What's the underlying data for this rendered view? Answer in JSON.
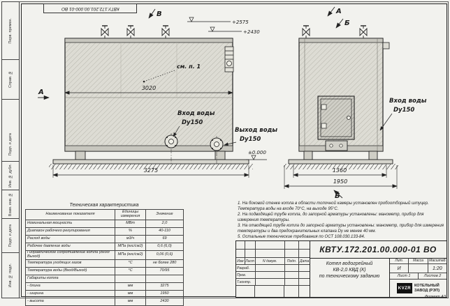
{
  "header_code": "КВТУ.172.201.00.000-01 ВО",
  "side_rail": {
    "labels": [
      "Перв. примен.",
      "Справ. №",
      "Подп. и дата",
      "Инв. № дубл.",
      "Взам. инв. №",
      "Подп. и дата",
      "Инв. № подл."
    ]
  },
  "drawing": {
    "marker_v_top": "В",
    "marker_a_left": "А",
    "marker_a_right": "А",
    "marker_b_right": "Б",
    "marker_b_bottom": "Б",
    "see_note": "см. п. 1",
    "elev_top1": "+2575",
    "elev_top2": "+2430",
    "elev_zero": "±0.000",
    "dim_3020": "3020",
    "dim_3275": "3275",
    "dim_1360": "1360",
    "dim_1950": "1950",
    "inlet_label": "Вход воды",
    "inlet_size": "Dy150",
    "outlet_label": "Выход воды",
    "outlet_size": "Dy150",
    "inlet2_label": "Вход воды",
    "inlet2_size": "Dy150"
  },
  "tech_table": {
    "title": "Техническая характеристика",
    "headers": [
      "Наименование показателя",
      "Единицы измерения",
      "Значение"
    ],
    "rows": [
      [
        "Номинальная мощность",
        "МВт",
        "2,0"
      ],
      [
        "Диапазон рабочего регулирования",
        "%",
        "40-110"
      ],
      [
        "Расход воды",
        "м3/ч",
        "69"
      ],
      [
        "Рабочее давление воды",
        "МПа (кгс/см2)",
        "0,6 (6,0)"
      ],
      [
        "Гидравлическое сопротивление котла (Вход/Выход)",
        "МПа (кгс/см2)",
        "0,06 (0,6)"
      ],
      [
        "Температура уходящих газов",
        "°С",
        "не более 280"
      ],
      [
        "Температура воды (Вход/Выход)",
        "°С",
        "70/95"
      ],
      [
        "Габариты котла",
        "",
        ""
      ],
      [
        "- длина",
        "мм",
        "3275"
      ],
      [
        "- ширина",
        "мм",
        "1950"
      ],
      [
        "- высота",
        "мм",
        "2430"
      ]
    ]
  },
  "notes": [
    "1.  На боковой стенке котла в области топочной камеры установлен пробоотборный штуцер. Температура воды на входе 70°С, на выходе 95°С.",
    "2.  На подводящей трубе котла, до запорной арматуры установлены: манометр, прибор для измерения температуры.",
    "3.  На отводящей трубе котла до запорной арматуры установлены: манометр, прибор для измерения температуры и два предохранительных клапана Dy не менее 40 мм.",
    "5.  Остальные технические требования по ОСТ 108.030.133-84."
  ],
  "title_block": {
    "code": "КВТУ.172.201.00.000-01 ВО",
    "col_izm": "Изм",
    "col_list": "Лист",
    "col_doc": "N докум.",
    "col_sign": "Подп.",
    "col_date": "Дата",
    "roles": [
      "Разраб.",
      "Пров.",
      "Т.контр."
    ],
    "product_line1": "Котел водогрейный",
    "product_line2": "КВ-2,0 КВД (К)",
    "product_line3": "по техническому заданию",
    "lit_label": "Лит.",
    "mass_label": "Масса",
    "scale_label": "Масштаб",
    "lit_value": "И",
    "mass_value": "",
    "scale_value": "1:20",
    "sheet_label": "Лист  1",
    "sheets_label": "Листов  2",
    "company_logo": "KVZR",
    "company_line1": "КОТЕЛЬНЫЙ",
    "company_line2": "ЗАВОД (РЭП)",
    "format_text": "Формат  А3"
  }
}
